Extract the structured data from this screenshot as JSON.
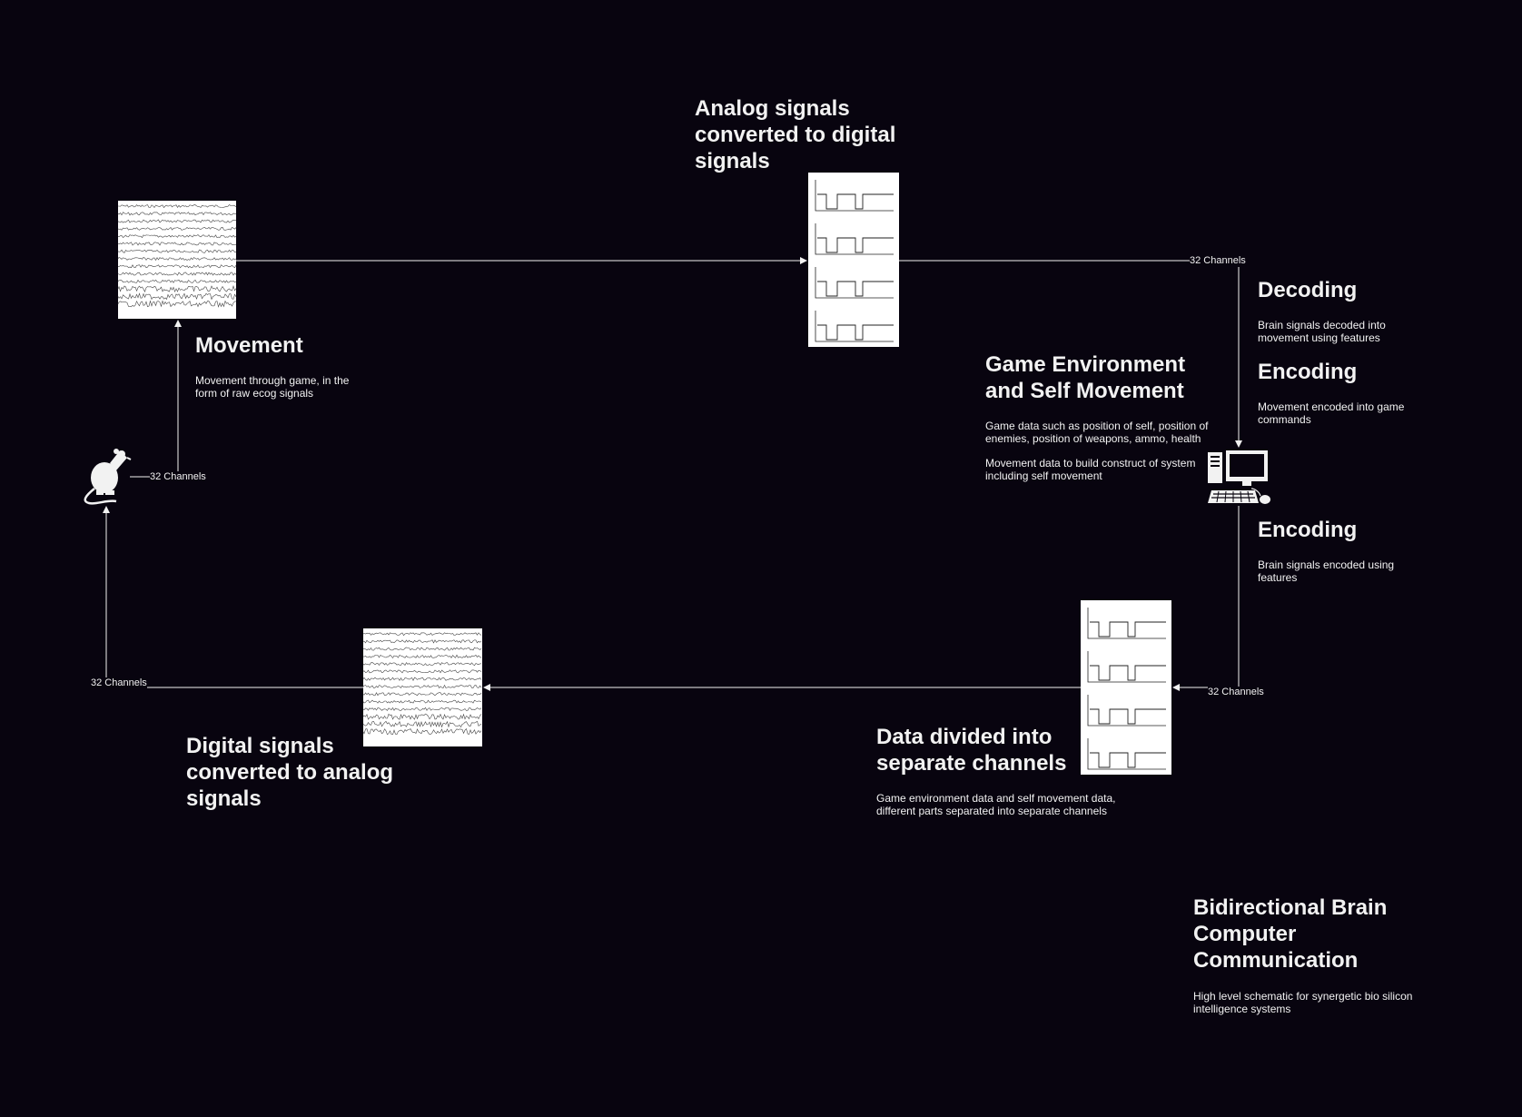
{
  "colors": {
    "background": "#08040f",
    "foreground": "#f2f2f2",
    "panel": "#ffffff"
  },
  "movement": {
    "title": "Movement",
    "desc": "Movement through game, in the form of raw ecog signals"
  },
  "analog_to_digital": {
    "title": "Analog signals converted to digital signals"
  },
  "decoding": {
    "title": "Decoding",
    "desc": "Brain signals decoded into movement using features"
  },
  "encoding_top": {
    "title": "Encoding",
    "desc": "Movement encoded into game commands"
  },
  "game_env": {
    "title": "Game Environment and Self Movement",
    "desc1": "Game data such as position of self, position of enemies, position of weapons, ammo, health",
    "desc2": "Movement data to build construct of system including self movement"
  },
  "encoding_bottom": {
    "title": "Encoding",
    "desc": "Brain signals encoded using features"
  },
  "data_divided": {
    "title": "Data divided into separate channels",
    "desc": "Game environment data and self movement data, different parts separated into separate channels"
  },
  "digital_to_analog": {
    "title": "Digital signals converted to analog signals"
  },
  "bidirectional": {
    "title": "Bidirectional Brain Computer Communication",
    "desc": "High level schematic for synergetic bio silicon intelligence systems"
  },
  "channels": {
    "rat_top": "32 Channels",
    "top_right": "32 Channels",
    "bottom_right": "32 Channels",
    "bottom_left": "32 Channels"
  },
  "icons": [
    "rat-icon",
    "computer-icon",
    "ecog-signal-chart",
    "digital-pulse-chart"
  ]
}
